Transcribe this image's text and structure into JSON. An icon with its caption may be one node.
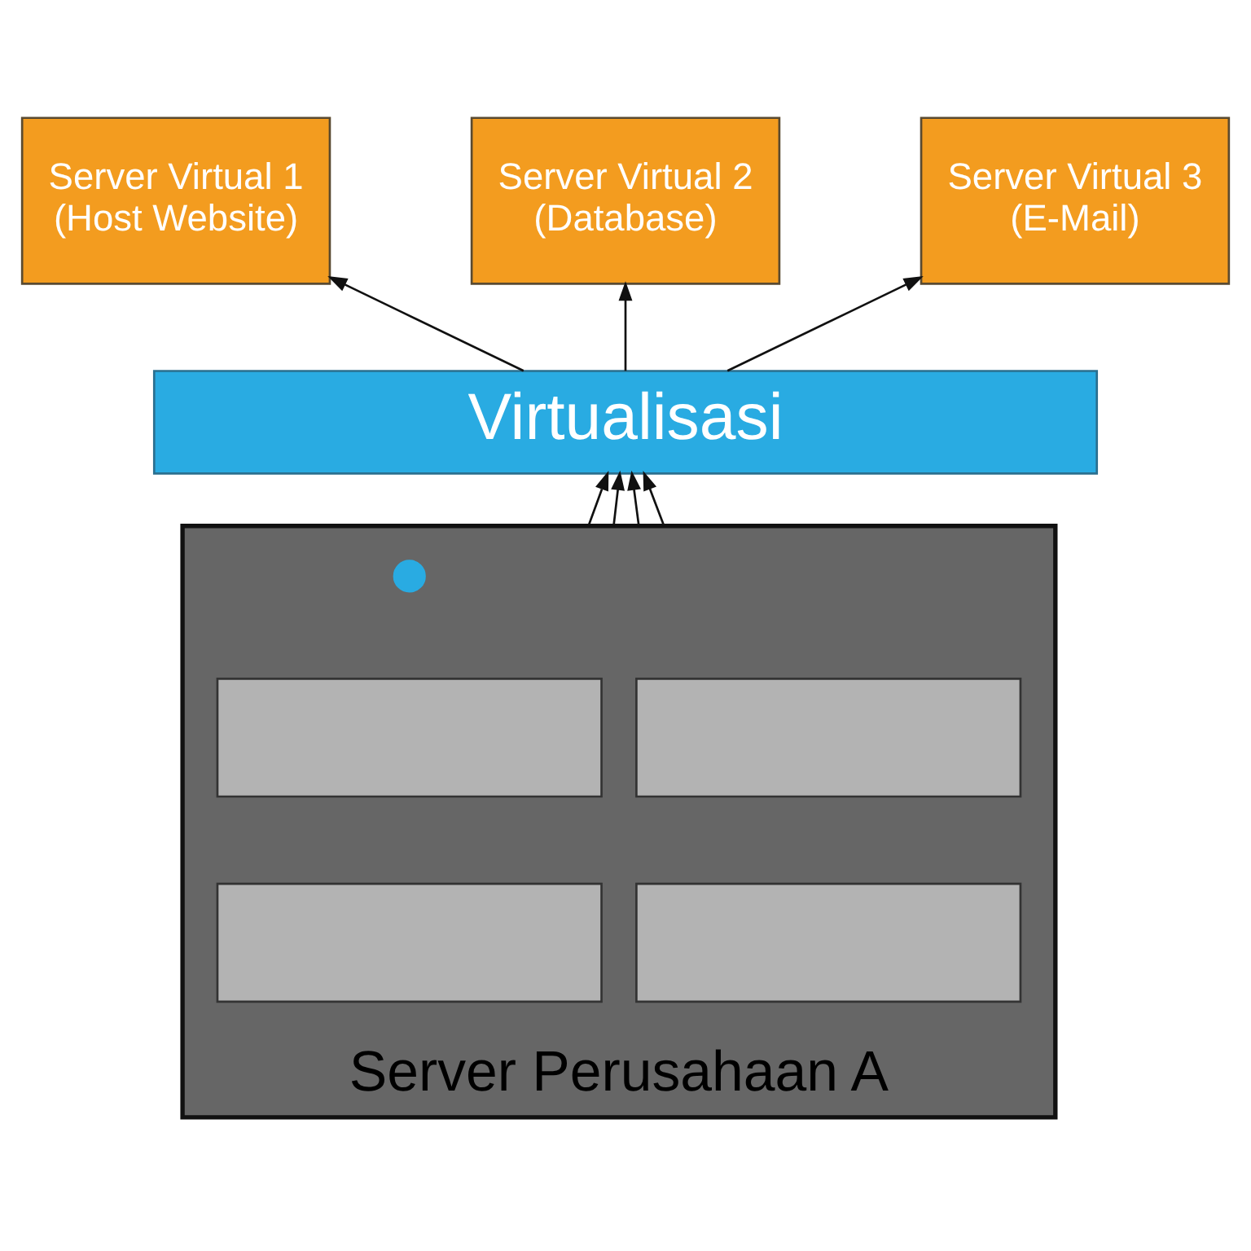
{
  "diagram": {
    "nodes": [
      {
        "text": [
          "Server Virtual 1",
          "(Host Website)"
        ]
      },
      {
        "text": [
          "Server Virtual 2",
          "(Database)"
        ]
      },
      {
        "text": [
          "Server Virtual 3",
          "(E-Mail)"
        ]
      },
      {
        "text": [
          "Virtualisasi"
        ]
      },
      {
        "text": [
          "Server Perusahaan A"
        ]
      },
      {
        "text": [],
        "shape": "circle",
        "in": 4
      },
      {
        "text": [],
        "shape": "box",
        "in": 4
      },
      {
        "text": [],
        "shape": "box",
        "in": 4
      },
      {
        "text": [],
        "shape": "box",
        "in": 4
      },
      {
        "text": [],
        "shape": "box",
        "in": 4
      }
    ],
    "edges": [
      {
        "from": 4,
        "to": 3,
        "arrow": "to"
      },
      {
        "from": 4,
        "to": 3,
        "arrow": "to"
      },
      {
        "from": 4,
        "to": 3,
        "arrow": "to"
      },
      {
        "from": 4,
        "to": 3,
        "arrow": "to"
      },
      {
        "from": 3,
        "to": 0,
        "arrow": "to"
      },
      {
        "from": 3,
        "to": 1,
        "arrow": "to"
      },
      {
        "from": 3,
        "to": 2,
        "arrow": "to"
      }
    ]
  }
}
